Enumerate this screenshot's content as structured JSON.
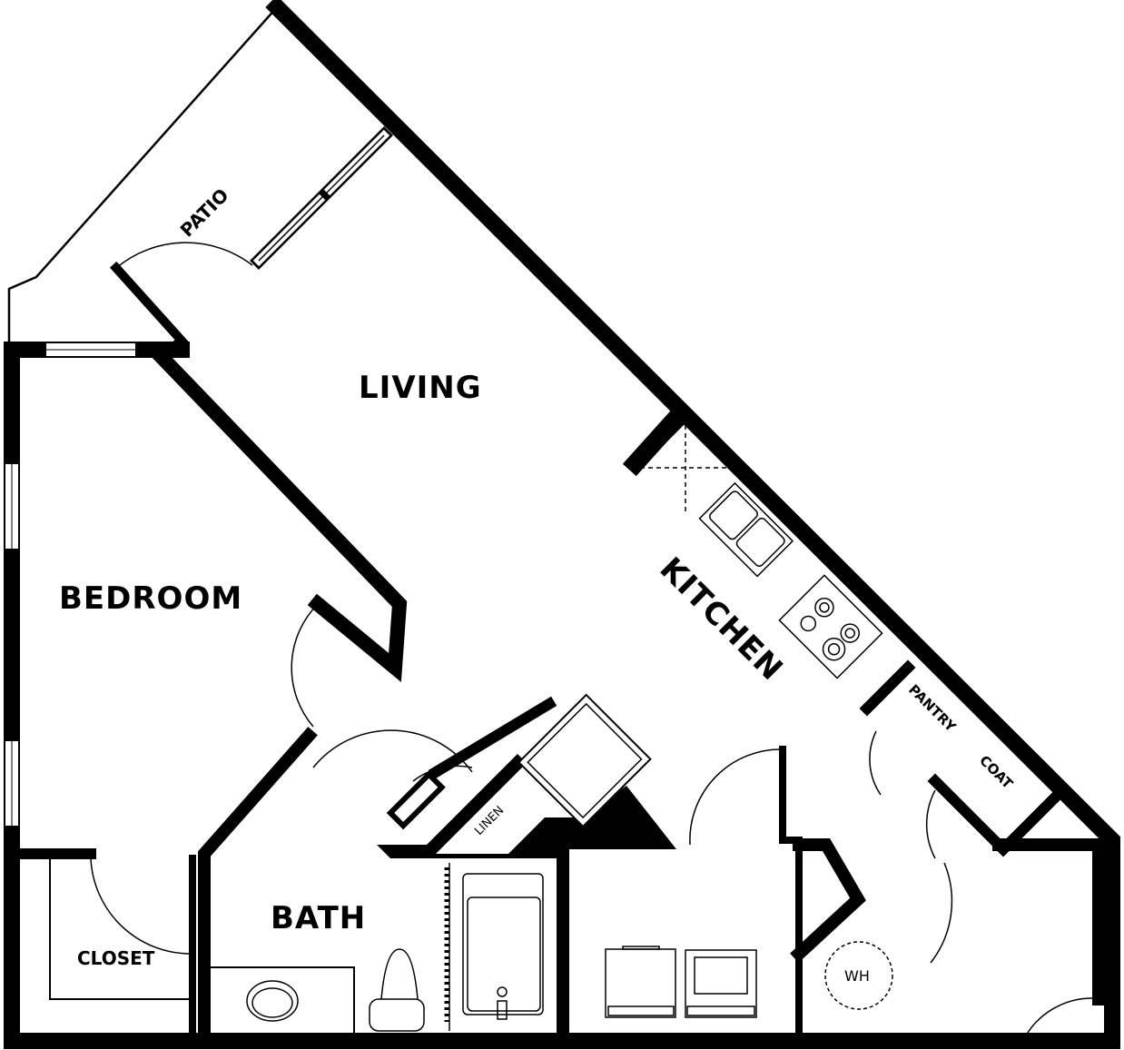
{
  "rooms": {
    "patio": "PATIO",
    "living": "LIVING",
    "bedroom": "BEDROOM",
    "kitchen": "KITCHEN",
    "pantry": "PANTRY",
    "coat": "COAT",
    "linen": "LINEN",
    "bath": "BATH",
    "closet": "CLOSET",
    "water_heater": "WH"
  },
  "colors": {
    "wall": "#000000",
    "background": "#ffffff"
  }
}
